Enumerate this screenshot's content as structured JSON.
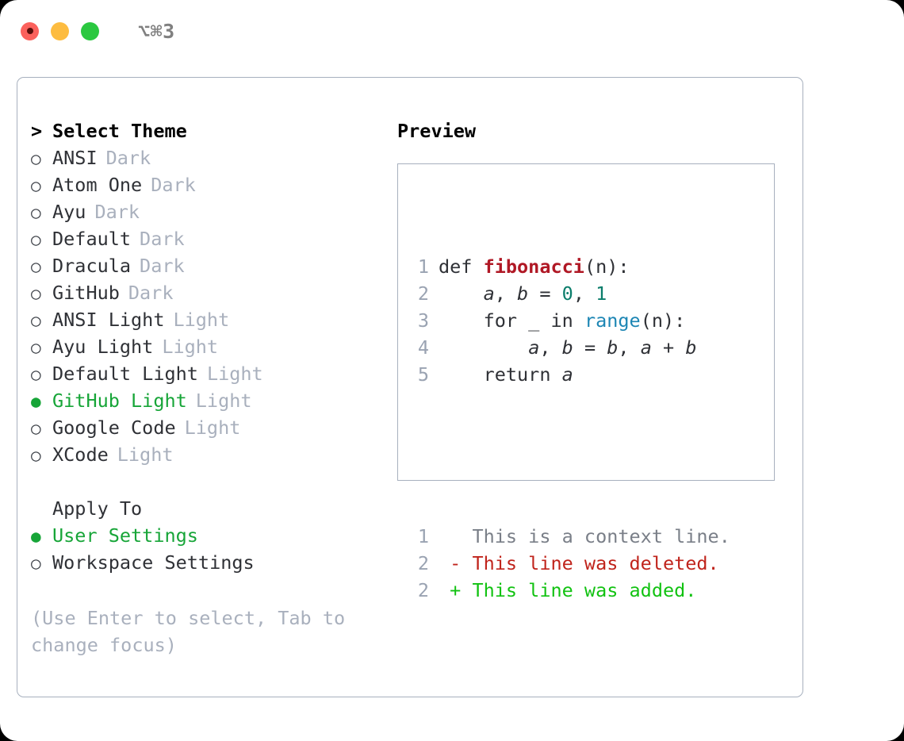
{
  "window": {
    "shortcut": "⌥⌘3",
    "traffic_lights": [
      {
        "name": "close",
        "color": "#fb615c"
      },
      {
        "name": "minimize",
        "color": "#fdbc40"
      },
      {
        "name": "maximize",
        "color": "#2bc840"
      }
    ]
  },
  "colors": {
    "accent_green": "#17a538",
    "muted": "#a9b0bd",
    "text": "#2f3136",
    "border": "#a7b0be",
    "diff_add": "#11c211",
    "diff_del": "#c0241c",
    "diff_ctx": "#7a7f88"
  },
  "selector": {
    "prompt_marker": ">",
    "title": "Select Theme",
    "bullet_empty": "○",
    "bullet_filled": "●",
    "themes": [
      {
        "name": "ANSI",
        "tag": "Dark",
        "selected": false
      },
      {
        "name": "Atom One",
        "tag": "Dark",
        "selected": false
      },
      {
        "name": "Ayu",
        "tag": "Dark",
        "selected": false
      },
      {
        "name": "Default",
        "tag": "Dark",
        "selected": false
      },
      {
        "name": "Dracula",
        "tag": "Dark",
        "selected": false
      },
      {
        "name": "GitHub",
        "tag": "Dark",
        "selected": false
      },
      {
        "name": "ANSI Light",
        "tag": "Light",
        "selected": false
      },
      {
        "name": "Ayu Light",
        "tag": "Light",
        "selected": false
      },
      {
        "name": "Default Light",
        "tag": "Light",
        "selected": false
      },
      {
        "name": "GitHub Light",
        "tag": "Light",
        "selected": true
      },
      {
        "name": "Google Code",
        "tag": "Light",
        "selected": false
      },
      {
        "name": "XCode",
        "tag": "Light",
        "selected": false
      }
    ]
  },
  "apply_to": {
    "title": "Apply To",
    "options": [
      {
        "name": "User Settings",
        "selected": true
      },
      {
        "name": "Workspace Settings",
        "selected": false
      }
    ]
  },
  "hint": {
    "line1": "(Use Enter to select, Tab to",
    "line2": "change focus)"
  },
  "preview": {
    "title": "Preview",
    "code_lines": [
      {
        "num": "1",
        "tokens": [
          {
            "t": "def ",
            "k": "kw"
          },
          {
            "t": "fibonacci",
            "k": "fn"
          },
          {
            "t": "(n):",
            "k": "punct"
          }
        ]
      },
      {
        "num": "2",
        "tokens": [
          {
            "t": "    ",
            "k": "punct"
          },
          {
            "t": "a",
            "k": "var"
          },
          {
            "t": ", ",
            "k": "punct"
          },
          {
            "t": "b",
            "k": "var"
          },
          {
            "t": " = ",
            "k": "punct"
          },
          {
            "t": "0",
            "k": "num"
          },
          {
            "t": ", ",
            "k": "punct"
          },
          {
            "t": "1",
            "k": "num"
          }
        ]
      },
      {
        "num": "3",
        "tokens": [
          {
            "t": "    for _ in ",
            "k": "kw"
          },
          {
            "t": "range",
            "k": "builtin"
          },
          {
            "t": "(n):",
            "k": "punct"
          }
        ]
      },
      {
        "num": "4",
        "tokens": [
          {
            "t": "        ",
            "k": "punct"
          },
          {
            "t": "a",
            "k": "var"
          },
          {
            "t": ", ",
            "k": "punct"
          },
          {
            "t": "b",
            "k": "var"
          },
          {
            "t": " = ",
            "k": "punct"
          },
          {
            "t": "b",
            "k": "var"
          },
          {
            "t": ", ",
            "k": "punct"
          },
          {
            "t": "a",
            "k": "var"
          },
          {
            "t": " + ",
            "k": "punct"
          },
          {
            "t": "b",
            "k": "var"
          }
        ]
      },
      {
        "num": "5",
        "tokens": [
          {
            "t": "    return ",
            "k": "kw"
          },
          {
            "t": "a",
            "k": "var"
          }
        ]
      }
    ],
    "diff_lines": [
      {
        "num": "1",
        "mark": " ",
        "text": "This is a context line.",
        "kind": "ctx"
      },
      {
        "num": "2",
        "mark": "-",
        "text": "This line was deleted.",
        "kind": "del"
      },
      {
        "num": "2",
        "mark": "+",
        "text": "This line was added.",
        "kind": "add"
      }
    ]
  }
}
